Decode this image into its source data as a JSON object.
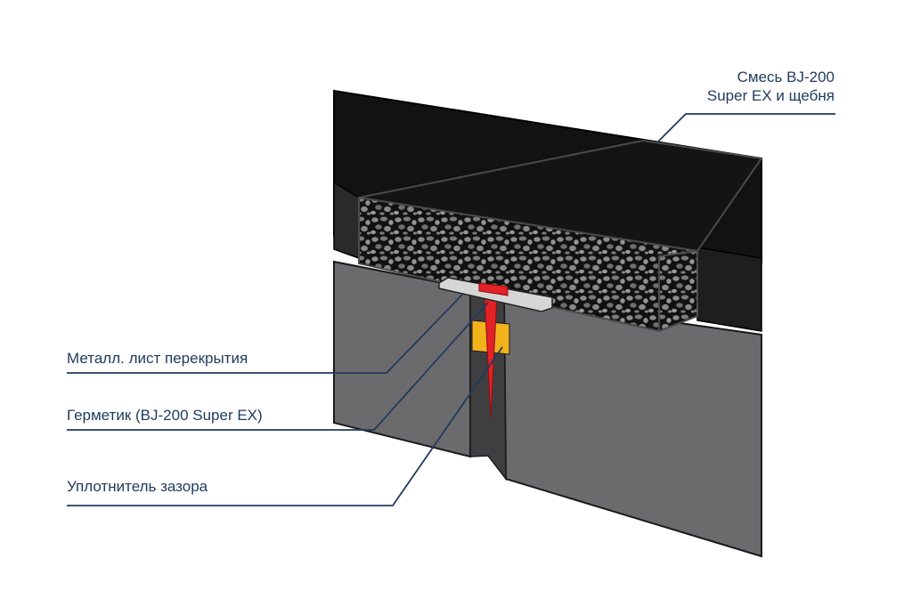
{
  "labels": {
    "mix_line1": "Смесь BJ-200",
    "mix_line2": "Super EX  и щебня",
    "metal_sheet": "Металл. лист перекрытия",
    "sealant": "Герметик (BJ-200 Super EX)",
    "gap_filler": "Уплотнитель зазора"
  },
  "colors": {
    "asphalt": "#121212",
    "concrete_front": "#6b6b6d",
    "concrete_dark": "#3f3f41",
    "metal_plate": "#d6d6d6",
    "sealant_red": "#e32227",
    "filler_yellow": "#f2b21c",
    "callout_line": "#1f3a5c",
    "label_text": "#1f3a5c"
  }
}
